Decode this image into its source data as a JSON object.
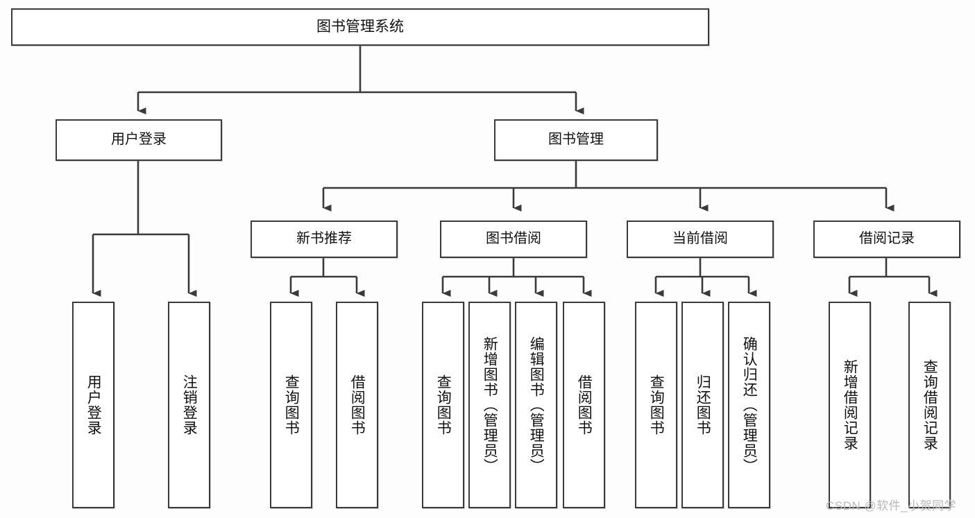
{
  "diagram": {
    "title": "图书管理系统",
    "type": "tree",
    "orientation": "top-down",
    "colors": {
      "background": "#fdfdfd",
      "box_fill": "#ffffff",
      "box_border": "#3a3a3a",
      "connector": "#3a3a3a",
      "text": "#111111",
      "watermark": "#b9b9b9"
    },
    "nodes": {
      "root": {
        "label": "图书管理系统",
        "level": 0
      },
      "level1": [
        {
          "id": "user-login",
          "label": "用户登录"
        },
        {
          "id": "book-manage",
          "label": "图书管理"
        }
      ],
      "level2": [
        {
          "id": "new-book-recommend",
          "label": "新书推荐",
          "parent": "book-manage"
        },
        {
          "id": "book-borrow",
          "label": "图书借阅",
          "parent": "book-manage"
        },
        {
          "id": "current-borrow",
          "label": "当前借阅",
          "parent": "book-manage"
        },
        {
          "id": "borrow-record",
          "label": "借阅记录",
          "parent": "book-manage"
        }
      ],
      "leaves": {
        "user-login": [
          {
            "id": "leaf-user-login",
            "label": "用户登录"
          },
          {
            "id": "leaf-logout-login",
            "label": "注销登录"
          }
        ],
        "new-book-recommend": [
          {
            "id": "leaf-query-book-1",
            "label": "查询图书"
          },
          {
            "id": "leaf-borrow-book-1",
            "label": "借阅图书"
          }
        ],
        "book-borrow": [
          {
            "id": "leaf-query-book-2",
            "label": "查询图书"
          },
          {
            "id": "leaf-add-book",
            "label": "新增图书（管理员）"
          },
          {
            "id": "leaf-edit-book",
            "label": "编辑图书（管理员）"
          },
          {
            "id": "leaf-borrow-book-2",
            "label": "借阅图书"
          }
        ],
        "current-borrow": [
          {
            "id": "leaf-query-book-3",
            "label": "查询图书"
          },
          {
            "id": "leaf-return-book",
            "label": "归还图书"
          },
          {
            "id": "leaf-confirm-return",
            "label": "确认归还（管理员）"
          }
        ],
        "borrow-record": [
          {
            "id": "leaf-add-borrow-record",
            "label": "新增借阅记录"
          },
          {
            "id": "leaf-query-borrow-record",
            "label": "查询借阅记录"
          }
        ]
      }
    },
    "watermark": "CSDN @软件_小贺同学"
  }
}
